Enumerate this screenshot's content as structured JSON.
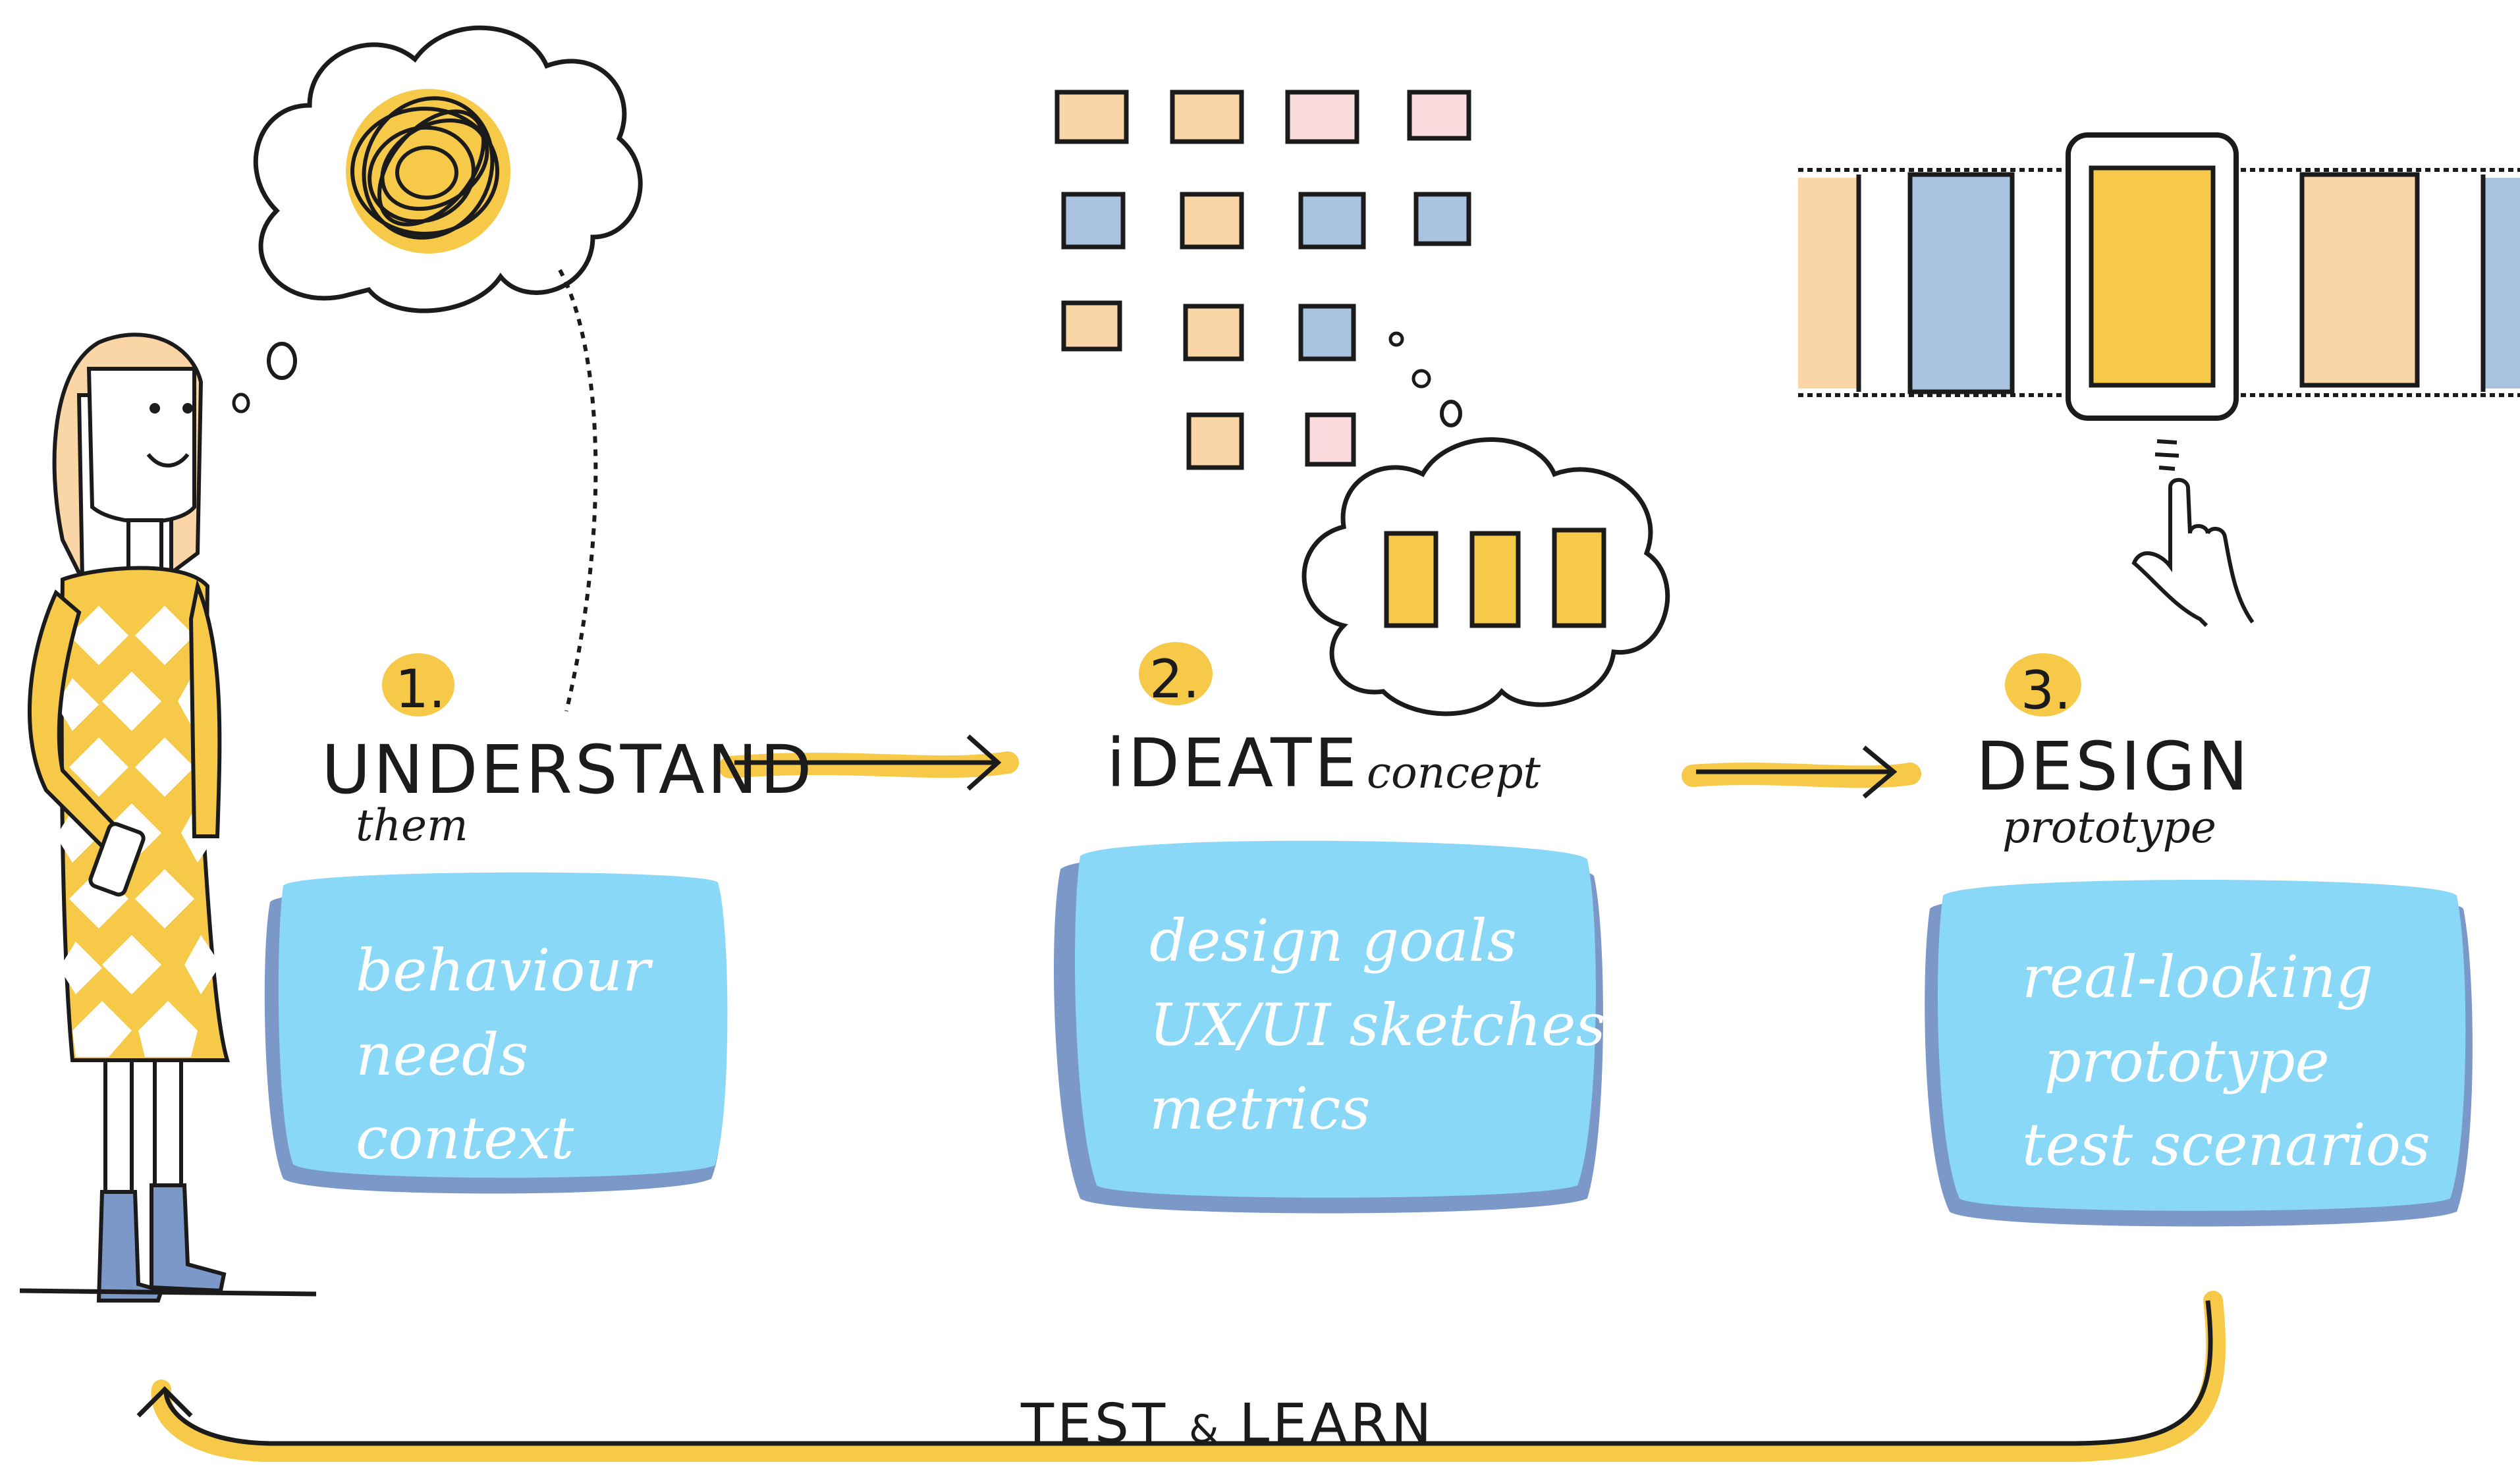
{
  "steps": [
    {
      "number": "1.",
      "title": "UNDERSTAND",
      "subtitle": "them",
      "items": [
        "behaviour",
        "needs",
        "context"
      ]
    },
    {
      "number": "2.",
      "title": "iDEATE",
      "subtitle": "concept",
      "items": [
        "design goals",
        "UX/UI sketches",
        "metrics"
      ]
    },
    {
      "number": "3.",
      "title": "DESIGN",
      "subtitle": "prototype",
      "items": [
        "real-looking",
        "prototype",
        "test scenarios"
      ]
    }
  ],
  "loop": {
    "left": "TEST",
    "amp": "&",
    "right": "LEARN"
  },
  "colors": {
    "accent_yellow": "#f7c948",
    "card_blue": "#8ad8f7",
    "card_shadow": "#7b98c9",
    "peach": "#fad5a5",
    "pink": "#fadadd",
    "slate_blue": "#a9c2e0",
    "ink": "#1b1b1b"
  },
  "icons": [
    "thought-cloud-icon",
    "person-icon",
    "sticky-notes-icon",
    "idea-cloud-icon",
    "filmstrip-icon",
    "pointing-hand-icon",
    "arrow-right-icon",
    "loop-arrow-icon"
  ]
}
